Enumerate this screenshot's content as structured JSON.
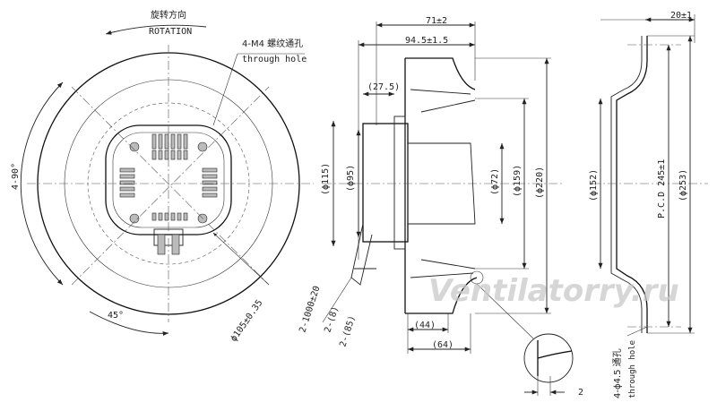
{
  "front_view": {
    "rotation_cn": "旋转方向",
    "rotation_en": "ROTATION",
    "mount_hole_cn": "4-M4 螺纹通孔",
    "mount_hole_en": "through hole",
    "angle_4x90": "4-90°",
    "angle_45": "45°",
    "bolt_circle": "ϕ105±0.35"
  },
  "side_view": {
    "dim_71": "71±2",
    "dim_94_5": "94.5±1.5",
    "dim_27_5": "(27.5)",
    "dim_115": "(ϕ115)",
    "dim_95": "(ϕ95)",
    "dim_72": "(ϕ72)",
    "dim_159": "(ϕ159)",
    "dim_220": "(ϕ220)",
    "dim_44": "(44)",
    "dim_64": "(64)",
    "cable_1": "2-1000±20",
    "cable_2": "2-(8)",
    "cable_3": "2-(85)",
    "detail_2": "2"
  },
  "ring_view": {
    "dim_20": "20±1",
    "dim_152": "(ϕ152)",
    "pcd": "P.C.D 245±1",
    "dim_253": "(ϕ253)",
    "hole_cn": "4-ϕ4.5 通孔",
    "hole_en": "through hole"
  },
  "watermark": "Ventilatorry.ru"
}
